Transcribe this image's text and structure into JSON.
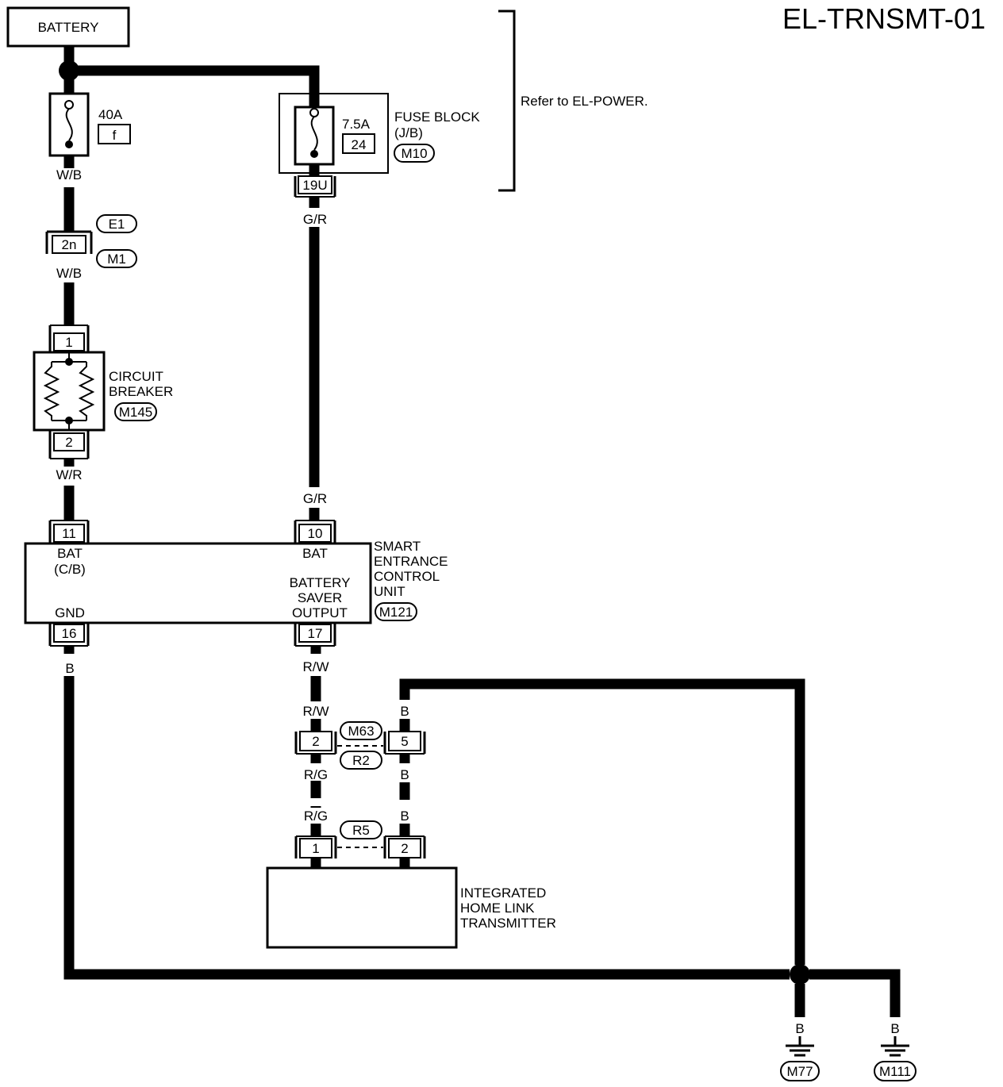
{
  "title": "EL-TRNSMT-01",
  "battery_label": "BATTERY",
  "refer_note": "Refer to EL-POWER.",
  "fuse_40a": {
    "rating": "40A",
    "id": "f"
  },
  "fuse_block": {
    "label_1": "FUSE BLOCK",
    "label_2": "(J/B)",
    "rating": "7.5A",
    "id": "24",
    "connector": "M10",
    "terminal": "19U"
  },
  "harness_connectors": {
    "e1": "E1",
    "m1": "M1",
    "pin_2n": "2n"
  },
  "circuit_breaker": {
    "label_1": "CIRCUIT",
    "label_2": "BREAKER",
    "connector": "M145",
    "pin_in": "1",
    "pin_out": "2"
  },
  "seccu": {
    "label_1": "SMART",
    "label_2": "ENTRANCE",
    "label_3": "CONTROL",
    "label_4": "UNIT",
    "connector": "M121",
    "pin_bat_cb": "11",
    "bat_cb_label_1": "BAT",
    "bat_cb_label_2": "(C/B)",
    "pin_bat": "10",
    "bat_label": "BAT",
    "pin_gnd": "16",
    "gnd_label": "GND",
    "pin_saver": "17",
    "saver_label_1": "BATTERY",
    "saver_label_2": "SAVER",
    "saver_label_3": "OUTPUT"
  },
  "joint_connector": {
    "upper": "M63",
    "lower": "R2",
    "pin_left": "2",
    "pin_right": "5"
  },
  "transmitter": {
    "label_1": "INTEGRATED",
    "label_2": "HOME LINK",
    "label_3": "TRANSMITTER",
    "connector": "R5",
    "pin_left": "1",
    "pin_right": "2"
  },
  "wire_colors": {
    "wb_1": "W/B",
    "wb_2": "W/B",
    "wr": "W/R",
    "gr_1": "G/R",
    "gr_2": "G/R",
    "rw_1": "R/W",
    "rw_2": "R/W",
    "rg_1": "R/G",
    "rg_2": "R/G",
    "b_gnd": "B",
    "b_1": "B",
    "b_2": "B",
    "b_3": "B",
    "b_m77": "B",
    "b_m111": "B"
  },
  "grounds": {
    "g1": "M77",
    "g2": "M111"
  }
}
